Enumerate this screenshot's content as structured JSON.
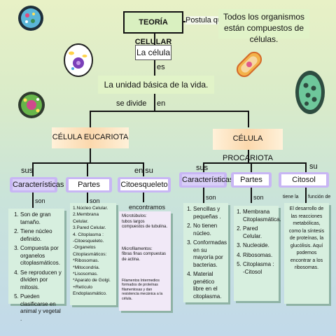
{
  "title": "TEORÍA  CELULAR",
  "postula_que": "Postula que",
  "postulate": "Todos los organismos están compuestos de células.",
  "la_celula": "La célula",
  "es": "es",
  "definition": "La unidad básica de la vida.",
  "se_divide": "se divide",
  "en_top": "en",
  "eucariota": {
    "title": "CÉLULA EUCARIOTA",
    "sus": "sus",
    "en_su": "en su",
    "caracteristicas": "Características",
    "partes": "Partes",
    "citoesqueleto": "Citoesqueleto",
    "son_left": "son",
    "son_mid": "son",
    "encontramos": "encontramos",
    "caracteristicas_list": [
      "Son de gran tamaño.",
      "Tiene núcleo definido.",
      "Compuesta por organelos citoplasmáticos.",
      "Se reproducen y dividen por mitosis.",
      "Pueden clasificarse en animal y vegetal ."
    ],
    "partes_lines": [
      "1.Núcleo Celular.",
      "2.Membrana Celular.",
      "3.Pared Celular.",
      "4. Citoplasma :",
      "-Citoesqueleto.",
      "-Organelos",
      "Citoplasmáticos:",
      "*Ribosomas.",
      "*Mitocondria.",
      "*Lisosomas.",
      "*Aparato de Golgi.",
      "+Retículo",
      "Endoplasmático."
    ],
    "citoesqueleto_items": [
      "Microtúbulos:",
      "tubos largos compuestos de tubulina.",
      "Microfilamentos:",
      "fibras finas compuestas de actina.",
      "Filamentos Intermedios",
      "formados de proteínas filamentosas y dan resistencia mecánica a la célula."
    ]
  },
  "procariota": {
    "title": "CÉLULA PROCARIOTA",
    "sus": "sus",
    "su": "su",
    "caracteristicas": "Características",
    "partes": "Partes",
    "citosol": "Citosol",
    "son_left": "son",
    "son_mid": "son",
    "tiene_la": "tiene la",
    "funcion_de": "función de",
    "caracteristicas_list": [
      "Sencillas y pequeñas .",
      "No tienen núcleo.",
      "Conformadas en su mayoría por bacterias.",
      "Material genético libre en el citoplasma."
    ],
    "partes_list": [
      "Membrana Citoplasmática.",
      "Pared Celular.",
      "Nucleoide.",
      "Ribosomas.",
      "Citoplasma : -Citosol"
    ],
    "citosol_text": "El desarrollo de las reacciones metabólicas, como la síntesis de proteínas, la glucólisis. Aquí podemos encontrar a los ribosomas."
  },
  "icons": [
    "bacteria-icon",
    "animal-cell-icon",
    "plant-cell-icon",
    "capsule-bacteria-icon",
    "virus-cell-icon"
  ],
  "colors": {
    "lavender": "#c8b6f4",
    "peach": "#fbd8ad",
    "mint": "#d7efdf"
  }
}
